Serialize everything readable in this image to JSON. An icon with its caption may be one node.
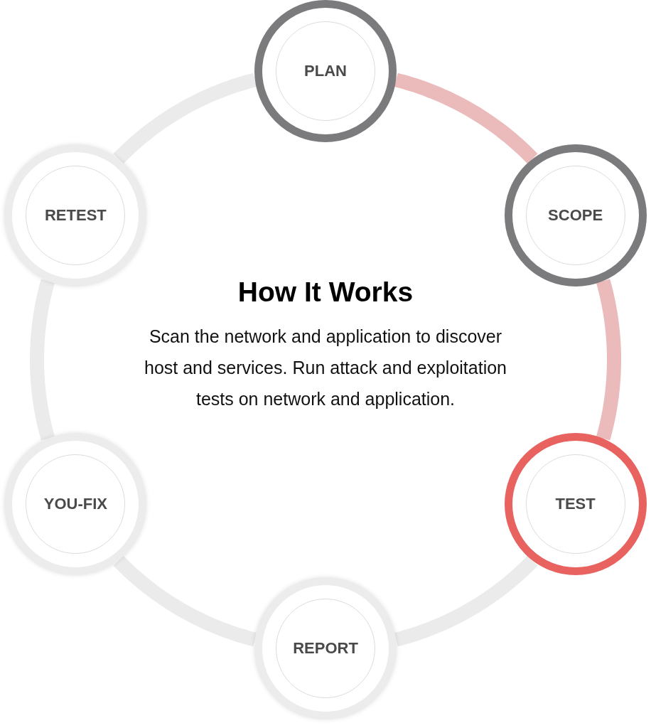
{
  "diagram": {
    "title": "How It Works",
    "caption": "Scan the network and application to discover host and services. Run attack and exploitation tests on network and application.",
    "nodes": [
      {
        "text": [
          "PLAN"
        ]
      },
      {
        "text": [
          "SCOPE"
        ]
      },
      {
        "text": [
          "TEST"
        ]
      },
      {
        "text": [
          "REPORT"
        ]
      },
      {
        "text": [
          "YOU-FIX"
        ]
      },
      {
        "text": [
          "RETEST"
        ]
      }
    ],
    "edges": [
      {
        "from": 0,
        "to": 1,
        "arrow": "none",
        "color": "#ebbaba"
      },
      {
        "from": 1,
        "to": 2,
        "arrow": "none",
        "color": "#ebbaba"
      },
      {
        "from": 2,
        "to": 3,
        "arrow": "none"
      },
      {
        "from": 3,
        "to": 4,
        "arrow": "none"
      },
      {
        "from": 4,
        "to": 5,
        "arrow": "none"
      },
      {
        "from": 5,
        "to": 0,
        "arrow": "none"
      }
    ]
  }
}
